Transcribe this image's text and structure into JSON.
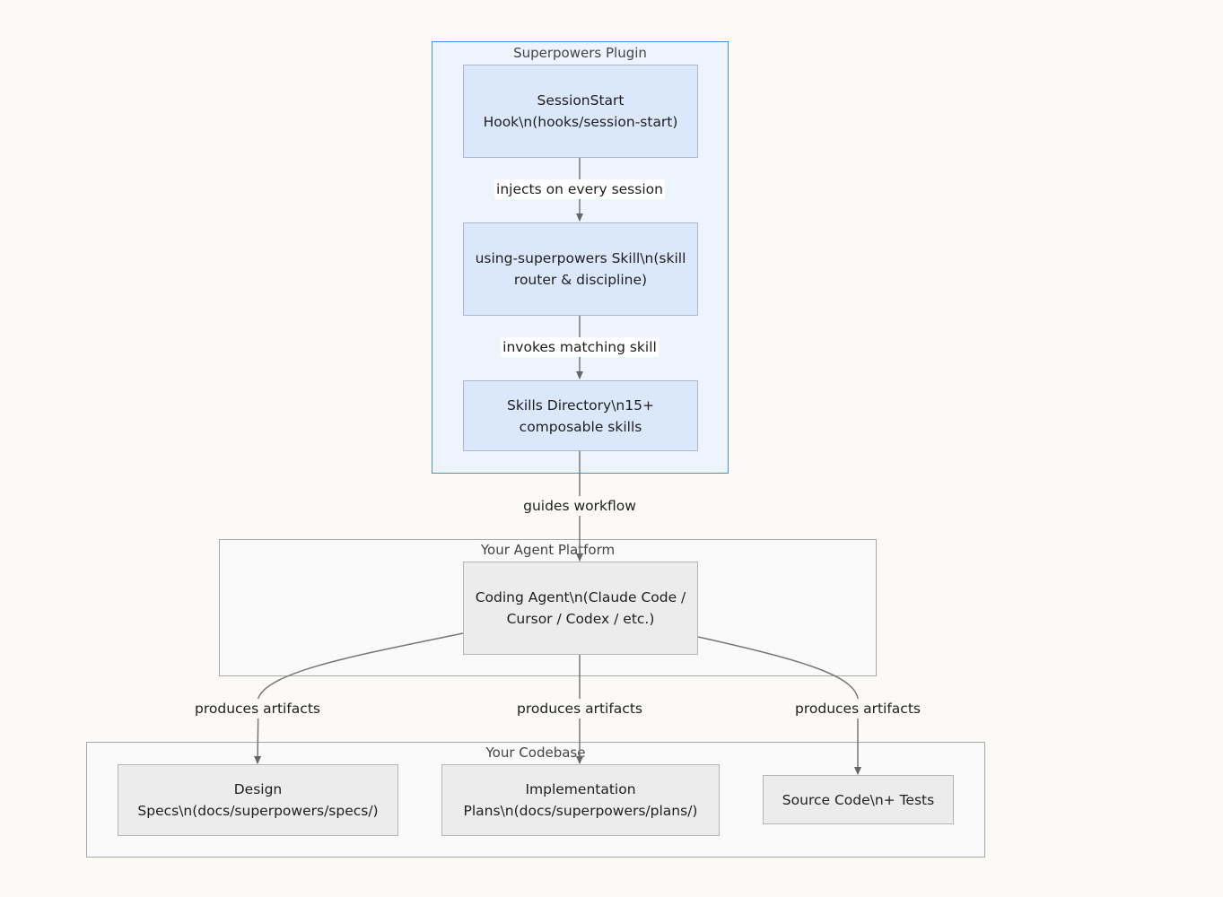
{
  "clusters": {
    "plugin": {
      "title": "Superpowers Plugin"
    },
    "platform": {
      "title": "Your Agent Platform"
    },
    "codebase": {
      "title": "Your Codebase"
    }
  },
  "nodes": {
    "session_start": {
      "label": "SessionStart Hook\\n(hooks/session-start)"
    },
    "using_superpowers": {
      "label": "using-superpowers Skill\\n(skill router & discipline)"
    },
    "skills_directory": {
      "label": "Skills Directory\\n15+ composable skills"
    },
    "coding_agent": {
      "label": "Coding Agent\\n(Claude Code / Cursor / Codex / etc.)"
    },
    "design_specs": {
      "label": "Design Specs\\n(docs/superpowers/specs/)"
    },
    "implementation_plans": {
      "label": "Implementation Plans\\n(docs/superpowers/plans/)"
    },
    "source_code": {
      "label": "Source Code\\n+ Tests"
    }
  },
  "edges": {
    "injects": {
      "label": "injects on every session"
    },
    "invokes": {
      "label": "invokes matching skill"
    },
    "guides": {
      "label": "guides workflow"
    },
    "produces_design": {
      "label": "produces artifacts"
    },
    "produces_plans": {
      "label": "produces artifacts"
    },
    "produces_source": {
      "label": "produces artifacts"
    }
  },
  "colors": {
    "plugin_cluster_fill": "#eef4fe",
    "plugin_cluster_border": "#4a8fe6",
    "plugin_node_fill": "#dbe8fb",
    "gray_cluster_fill": "#fafafa",
    "gray_cluster_border": "#a8a8a8",
    "gray_node_fill": "#ececec",
    "edge_color": "#777777",
    "background": "#fbfaf7"
  }
}
